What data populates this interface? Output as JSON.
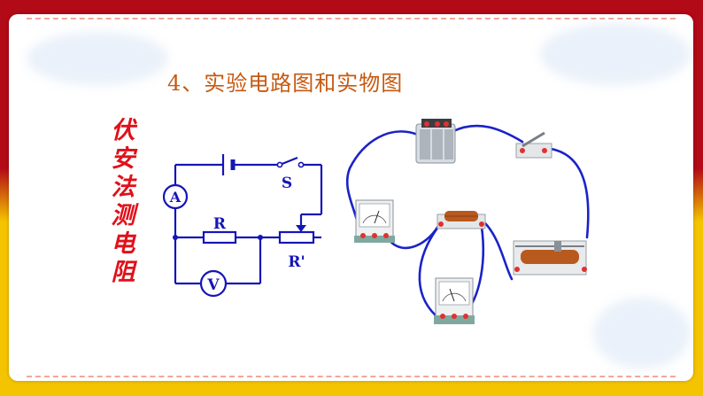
{
  "slide": {
    "title": "4、实验电路图和实物图",
    "side_title": "伏安法测电阻"
  },
  "circuit": {
    "ammeter_label": "A",
    "voltmeter_label": "V",
    "resistor_label": "R",
    "switch_label": "S",
    "rheostat_label": "R'"
  },
  "colors": {
    "title": "#c55a11",
    "side_title": "#e0101a",
    "wire": "#1515b8",
    "frame_top": "#b30a17",
    "frame_bottom": "#f5c400"
  }
}
